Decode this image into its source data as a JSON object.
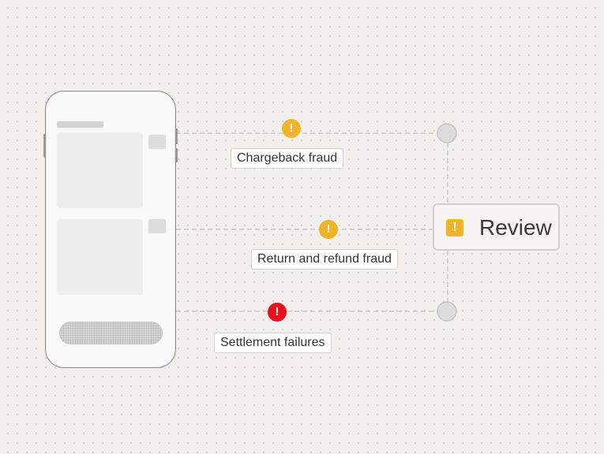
{
  "risks": [
    {
      "label": "Chargeback fraud",
      "severity": "warning",
      "badge_glyph": "!",
      "badge_color": "#f0b429"
    },
    {
      "label": "Return and refund fraud",
      "severity": "warning",
      "badge_glyph": "!",
      "badge_color": "#f0b429"
    },
    {
      "label": "Settlement failures",
      "severity": "critical",
      "badge_glyph": "!",
      "badge_color": "#e8101c"
    }
  ],
  "review": {
    "label": "Review",
    "icon": "warning-square-icon",
    "icon_glyph": "!",
    "icon_color": "#f0b429"
  },
  "colors": {
    "background": "#f1f0ed",
    "connector": "#c8c8c8",
    "node": "#dcdcdc",
    "warning": "#f0b429",
    "critical": "#e8101c"
  }
}
